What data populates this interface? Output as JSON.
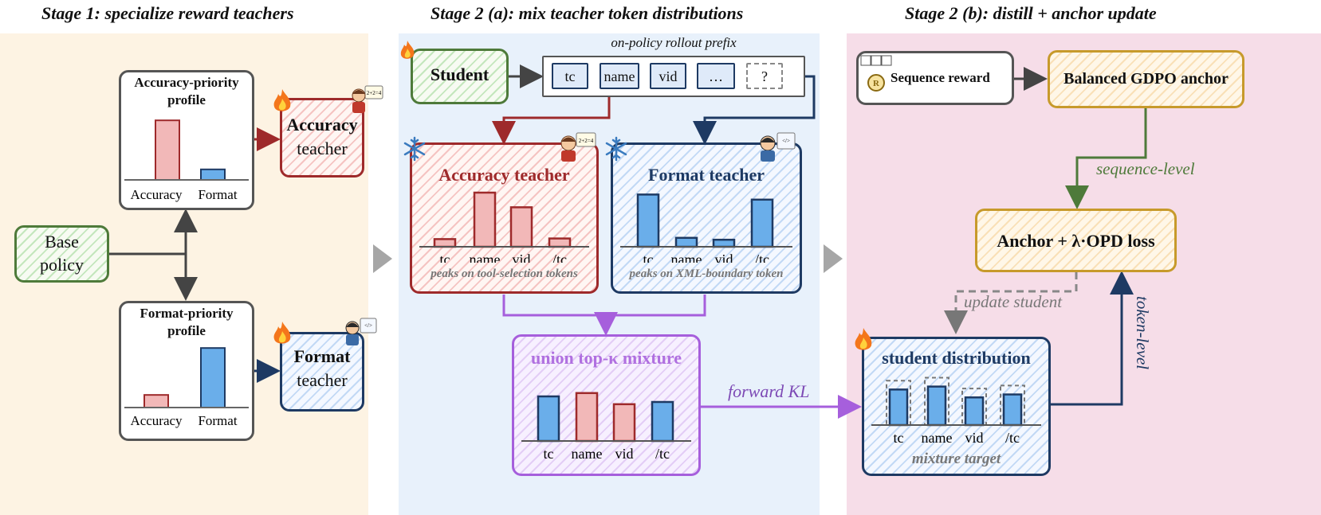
{
  "stage_titles": {
    "s1": "Stage 1: specialize reward teachers",
    "s2a": "Stage 2 (a): mix teacher token distributions",
    "s2b": "Stage 2 (b): distill + anchor update"
  },
  "stage1": {
    "base_policy": "Base\npolicy",
    "accuracy_profile": {
      "title": "Accuracy-priority\nprofile",
      "x_labels": [
        "Accuracy",
        "Format"
      ],
      "values": [
        0.85,
        0.15
      ]
    },
    "format_profile": {
      "title": "Format-priority\nprofile",
      "x_labels": [
        "Accuracy",
        "Format"
      ],
      "values": [
        0.18,
        0.85
      ]
    },
    "accuracy_teacher": {
      "title": "Accuracy",
      "sub": "teacher"
    },
    "format_teacher": {
      "title": "Format",
      "sub": "teacher"
    }
  },
  "stage2a": {
    "student": "Student",
    "prefix_caption": "on-policy rollout prefix",
    "tokens": [
      "tc",
      "name",
      "vid",
      "…",
      "?"
    ],
    "accuracy_teacher": {
      "title": "Accuracy teacher",
      "caption": "peaks on tool-selection tokens",
      "x_labels": [
        "tc",
        "name",
        "vid",
        "/tc"
      ],
      "values": [
        0.12,
        0.85,
        0.62,
        0.13
      ]
    },
    "format_teacher": {
      "title": "Format teacher",
      "caption": "peaks on XML-boundary token",
      "x_labels": [
        "tc",
        "name",
        "vid",
        "/tc"
      ],
      "values": [
        0.82,
        0.14,
        0.11,
        0.74
      ]
    },
    "mixture": {
      "title": "union top-κ mixture",
      "x_labels": [
        "tc",
        "name",
        "vid",
        "/tc"
      ],
      "values": [
        0.8,
        0.86,
        0.66,
        0.7
      ]
    },
    "forward_kl": "forward KL"
  },
  "stage2b": {
    "sequence_reward": "Sequence reward",
    "reward_badge": "R",
    "gdpo_anchor": "Balanced GDPO anchor",
    "sequence_level": "sequence-level",
    "loss": "Anchor + λ·OPD loss",
    "update_student": "update student",
    "token_level": "token-level",
    "student_dist": {
      "title": "student distribution",
      "caption": "mixture target",
      "x_labels": [
        "tc",
        "name",
        "vid",
        "/tc"
      ],
      "values": [
        0.72,
        0.78,
        0.56,
        0.62
      ],
      "targets": [
        0.9,
        0.96,
        0.74,
        0.8
      ]
    }
  },
  "colors": {
    "red": "#9e2a2b",
    "blue": "#1e3a63",
    "green": "#4e7a3a",
    "gold": "#c79a2b",
    "purple": "#a65fdc",
    "bar_red": "#f2b8b8",
    "bar_blue": "#6aaeea",
    "gray": "#555555"
  },
  "icons": [
    "fire-icon",
    "snowflake-icon",
    "teacher-avatar-icon",
    "reward-medal-icon"
  ]
}
